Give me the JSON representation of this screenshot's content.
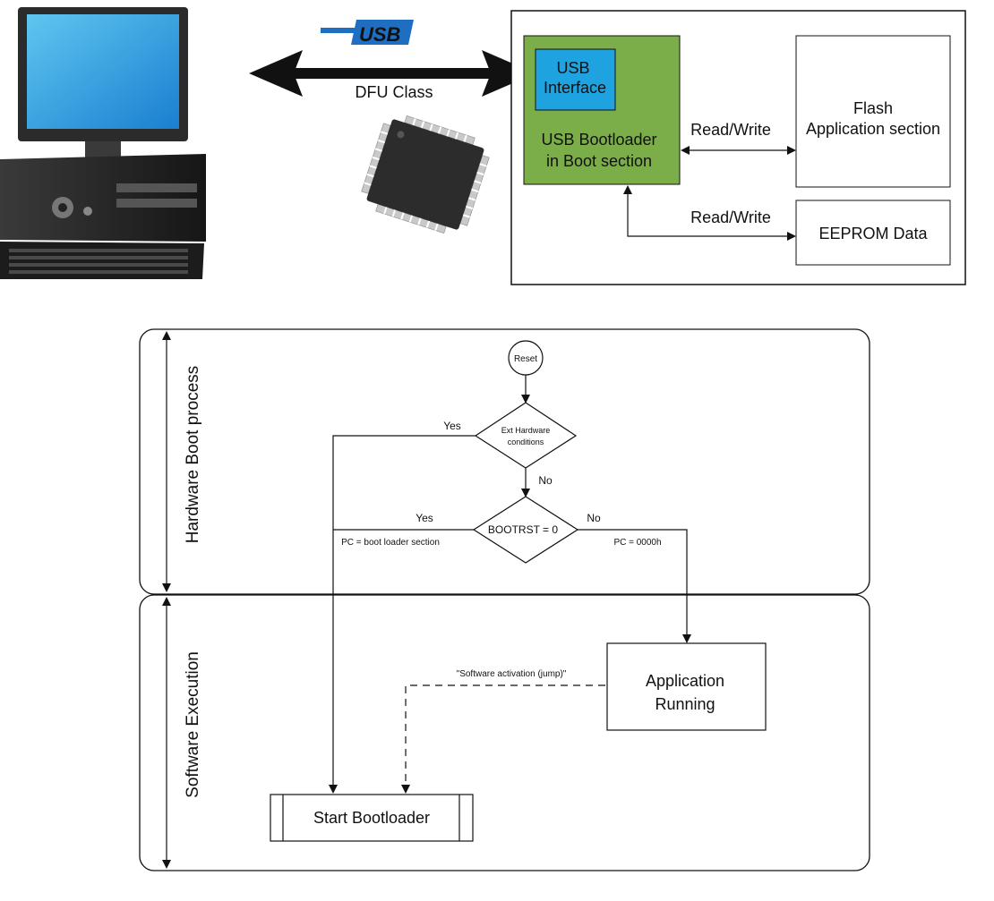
{
  "usb_logo": {
    "text": "USB"
  },
  "link": {
    "label": "DFU Class"
  },
  "device": {
    "usb_interface": [
      "USB",
      "Interface"
    ],
    "bootloader": [
      "USB Bootloader",
      "in Boot section"
    ],
    "flash": [
      "Flash",
      "Application section"
    ],
    "eeprom": "EEPROM Data",
    "rw_flash": "Read/Write",
    "rw_eeprom": "Read/Write"
  },
  "flow": {
    "lanes": {
      "hardware": "Hardware Boot process",
      "software": "Software Execution"
    },
    "reset": "Reset",
    "ext_hw": [
      "Ext Hardware",
      "conditions"
    ],
    "yes1": "Yes",
    "no1": "No",
    "bootrst": "BOOTRST = 0",
    "yes2": "Yes",
    "no2": "No",
    "pc_boot": "PC = boot loader section",
    "pc_app": "PC = 0000h",
    "app": [
      "Application",
      "Running"
    ],
    "jump": "\"Software activation (jump)\"",
    "start": "Start Bootloader"
  },
  "colors": {
    "green": "#7bad49",
    "blue": "#1ea2e0",
    "usb_blue": "#1e6fc1"
  },
  "icons": [
    "desktop-computer-icon",
    "usb-logo-icon",
    "microchip-icon"
  ]
}
